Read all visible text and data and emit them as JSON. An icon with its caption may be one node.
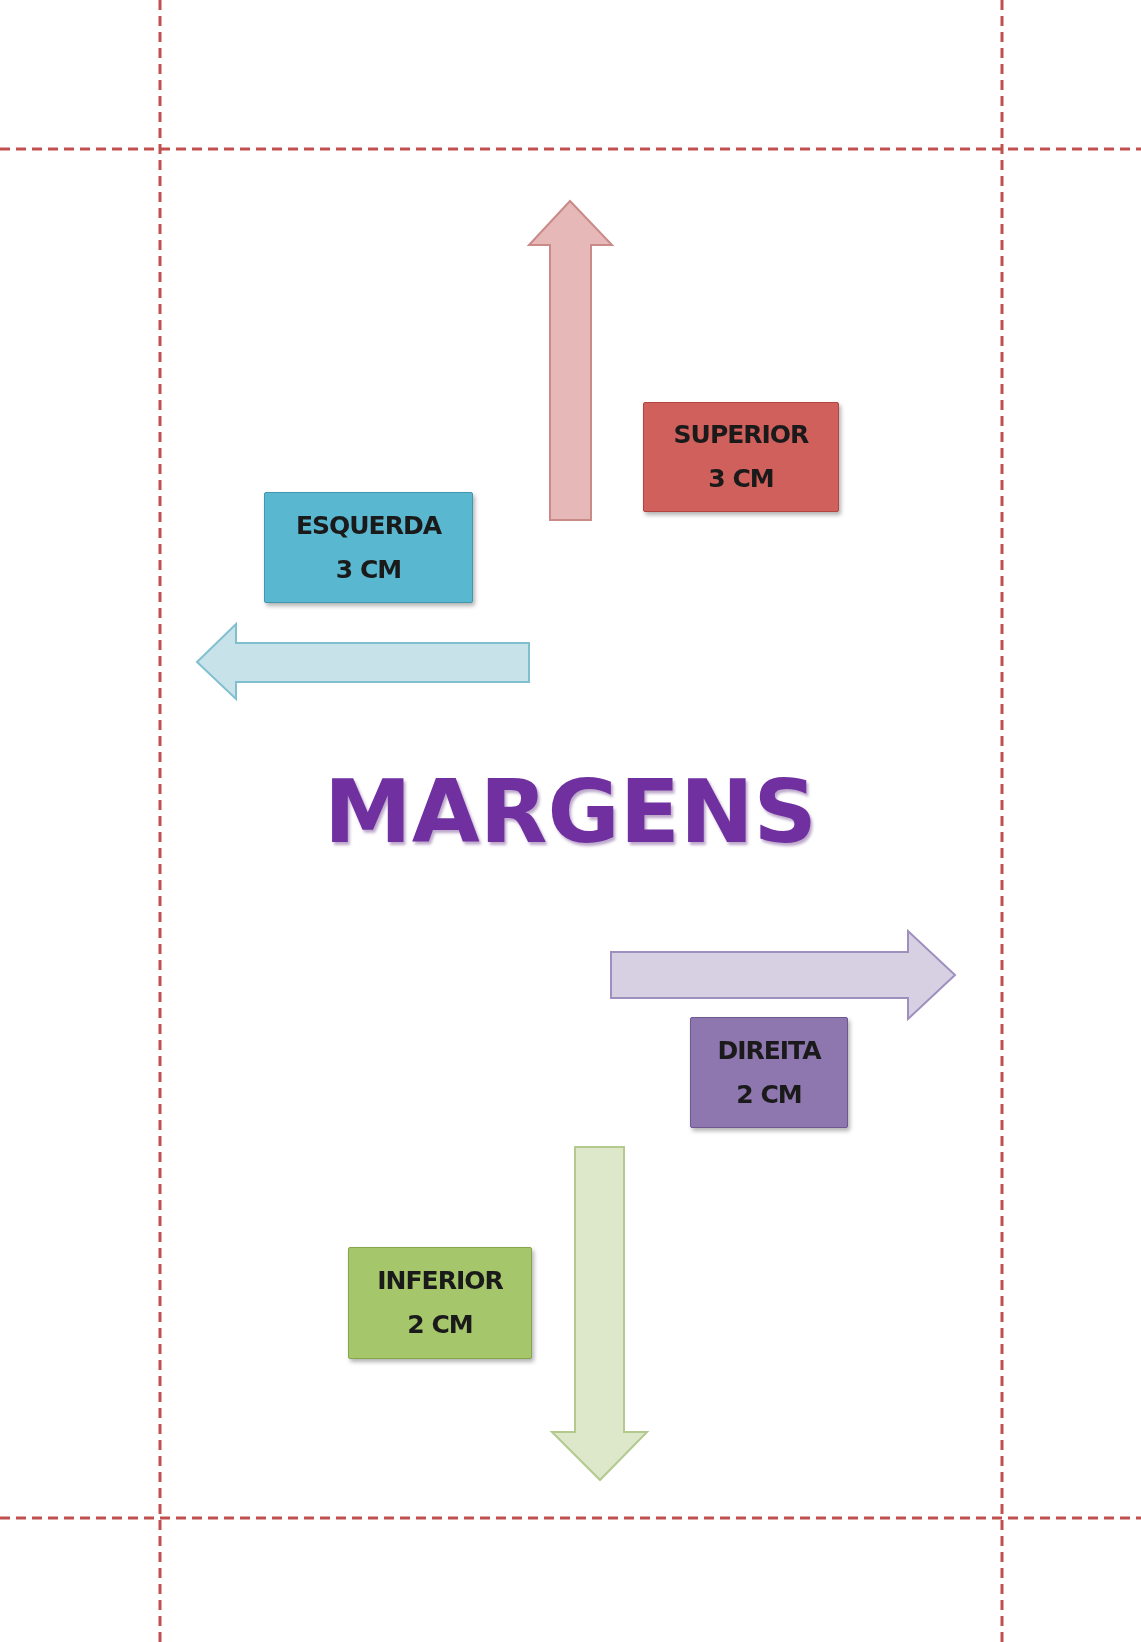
{
  "diagram": {
    "title": "MARGENS",
    "nodes": [
      {
        "text": [
          "SUPERIOR",
          "3 CM"
        ]
      },
      {
        "text": [
          "ESQUERDA",
          "3 CM"
        ]
      },
      {
        "text": [
          "DIREITA",
          "2 CM"
        ]
      },
      {
        "text": [
          "INFERIOR",
          "2 CM"
        ]
      }
    ]
  }
}
